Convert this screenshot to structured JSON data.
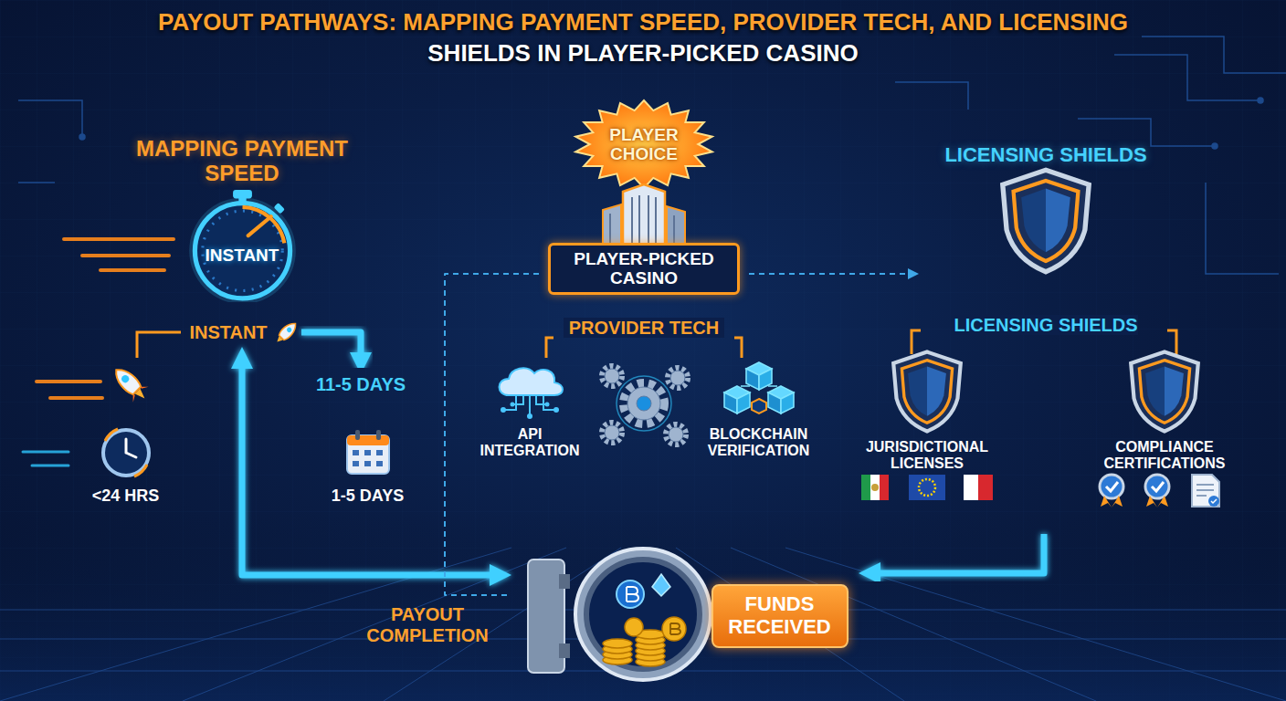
{
  "diagram": {
    "title": "PAYOUT PATHWAYS: MAPPING PAYMENT SPEED, PROVIDER TECH, AND LICENSING SHIELDS IN PLAYER-PICKED CASINO",
    "nodes": [
      {
        "text": [
          "MAPPING PAYMENT SPEED",
          "INSTANT"
        ]
      },
      {
        "text": [
          "INSTANT"
        ]
      },
      {
        "text": [
          "11-5 DAYS"
        ]
      },
      {
        "text": [
          "<24 HRS"
        ]
      },
      {
        "text": [
          "1-5 DAYS"
        ]
      },
      {
        "text": [
          "PLAYER CHOICE",
          "PLAYER-PICKED CASINO"
        ]
      },
      {
        "text": [
          "PROVIDER TECH"
        ]
      },
      {
        "text": [
          "API INTEGRATION"
        ],
        "in": 6
      },
      {
        "text": [
          "BLOCKCHAIN VERIFICATION"
        ],
        "in": 6
      },
      {
        "text": [
          "LICENSING SHIELDS"
        ]
      },
      {
        "text": [
          "LICENSING SHIELDS"
        ]
      },
      {
        "text": [
          "JURISDICTIONAL LICENSES"
        ],
        "in": 10
      },
      {
        "text": [
          "COMPLIANCE CERTIFICATIONS"
        ],
        "in": 10
      },
      {
        "text": [
          "FUNDS RECEIVED"
        ]
      }
    ],
    "edges": [
      {
        "from": 0,
        "to": 5,
        "arrow": "to"
      },
      {
        "from": 5,
        "to": 9,
        "arrow": "to"
      },
      {
        "from": 1,
        "to": 2,
        "arrow": "to"
      },
      {
        "from": 3,
        "to": 4,
        "arrow": "to"
      },
      {
        "from": 1,
        "to": 13,
        "arrow": "both"
      },
      {
        "from": 6,
        "to": 13,
        "arrow": "to"
      },
      {
        "from": 5,
        "to": 13,
        "arrow": "none"
      },
      {
        "from": 5,
        "to": 9,
        "arrow": "to"
      },
      {
        "from": 9,
        "to": 10,
        "arrow": "none"
      },
      {
        "from": 10,
        "to": 13,
        "arrow": "to"
      },
      {
        "from": 11,
        "to": 12,
        "arrow": "to"
      }
    ],
    "labels": [
      "PAYOUT COMPLETION"
    ]
  }
}
